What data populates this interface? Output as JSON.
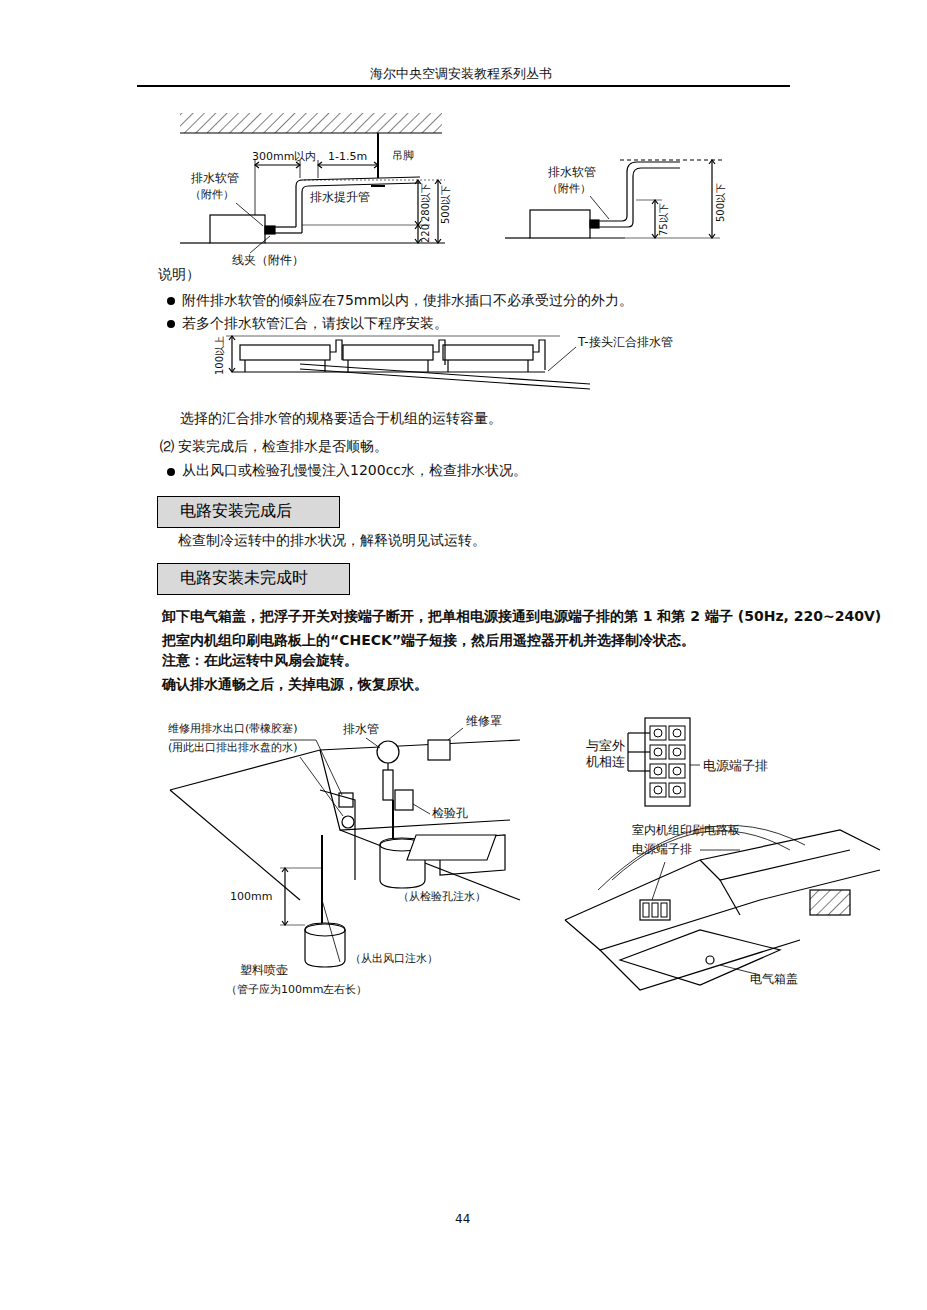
{
  "diagram": {
    "nodes": [
      {
        "text": [
          "电路安装完成后"
        ]
      },
      {
        "text": [
          "电路安装未完成时"
        ]
      }
    ],
    "labels": [
      "海尔中央空调安装教程系列丛书",
      "300mm以内",
      "1-1.5m",
      "吊脚",
      "排水软管",
      "（附件）",
      "排水提升管",
      "280以下",
      "500以下",
      "220",
      "线夹（附件）",
      "排水软管",
      "（附件）",
      "75以下",
      "500以下",
      "说明）",
      "附件排水软管的倾斜应在75mm以内，使排水插口不必承受过分的外力。",
      "若多个排水软管汇合，请按以下程序安装。",
      "100以上",
      "T-接头汇合排水管",
      "选择的汇合排水管的规格要适合于机组的运转容量。",
      "⑵ 安装完成后，检查排水是否顺畅。",
      "从出风口或检验孔慢慢注入1200cc水，检查排水状况。",
      "检查制冷运转中的排水状况，解释说明见试运转。",
      "卸下电气箱盖，把浮子开关对接端子断开，把单相电源接通到电源端子排的第 1 和第 2 端子 (50Hz, 220~240V) 把室内机组印刷电路板上的“CHECK”端子短接，然后用遥控器开机并选择制冷状态。",
      "注意：在此运转中风扇会旋转。",
      "确认排水通畅之后，关掉电源，恢复原状。",
      "维修用排水出口(带橡胶塞)",
      "(用此出口排出排水盘的水)",
      "排水管",
      "维修罩",
      "检验孔",
      "（从检验孔注水）",
      "100mm",
      "（从出风口注水）",
      "塑料喷壶",
      "（管子应为100mm左右长）",
      "与室外机相连",
      "电源端子排",
      "室内机组印刷电路板",
      "电源端子排",
      "电气箱盖",
      "44"
    ]
  }
}
